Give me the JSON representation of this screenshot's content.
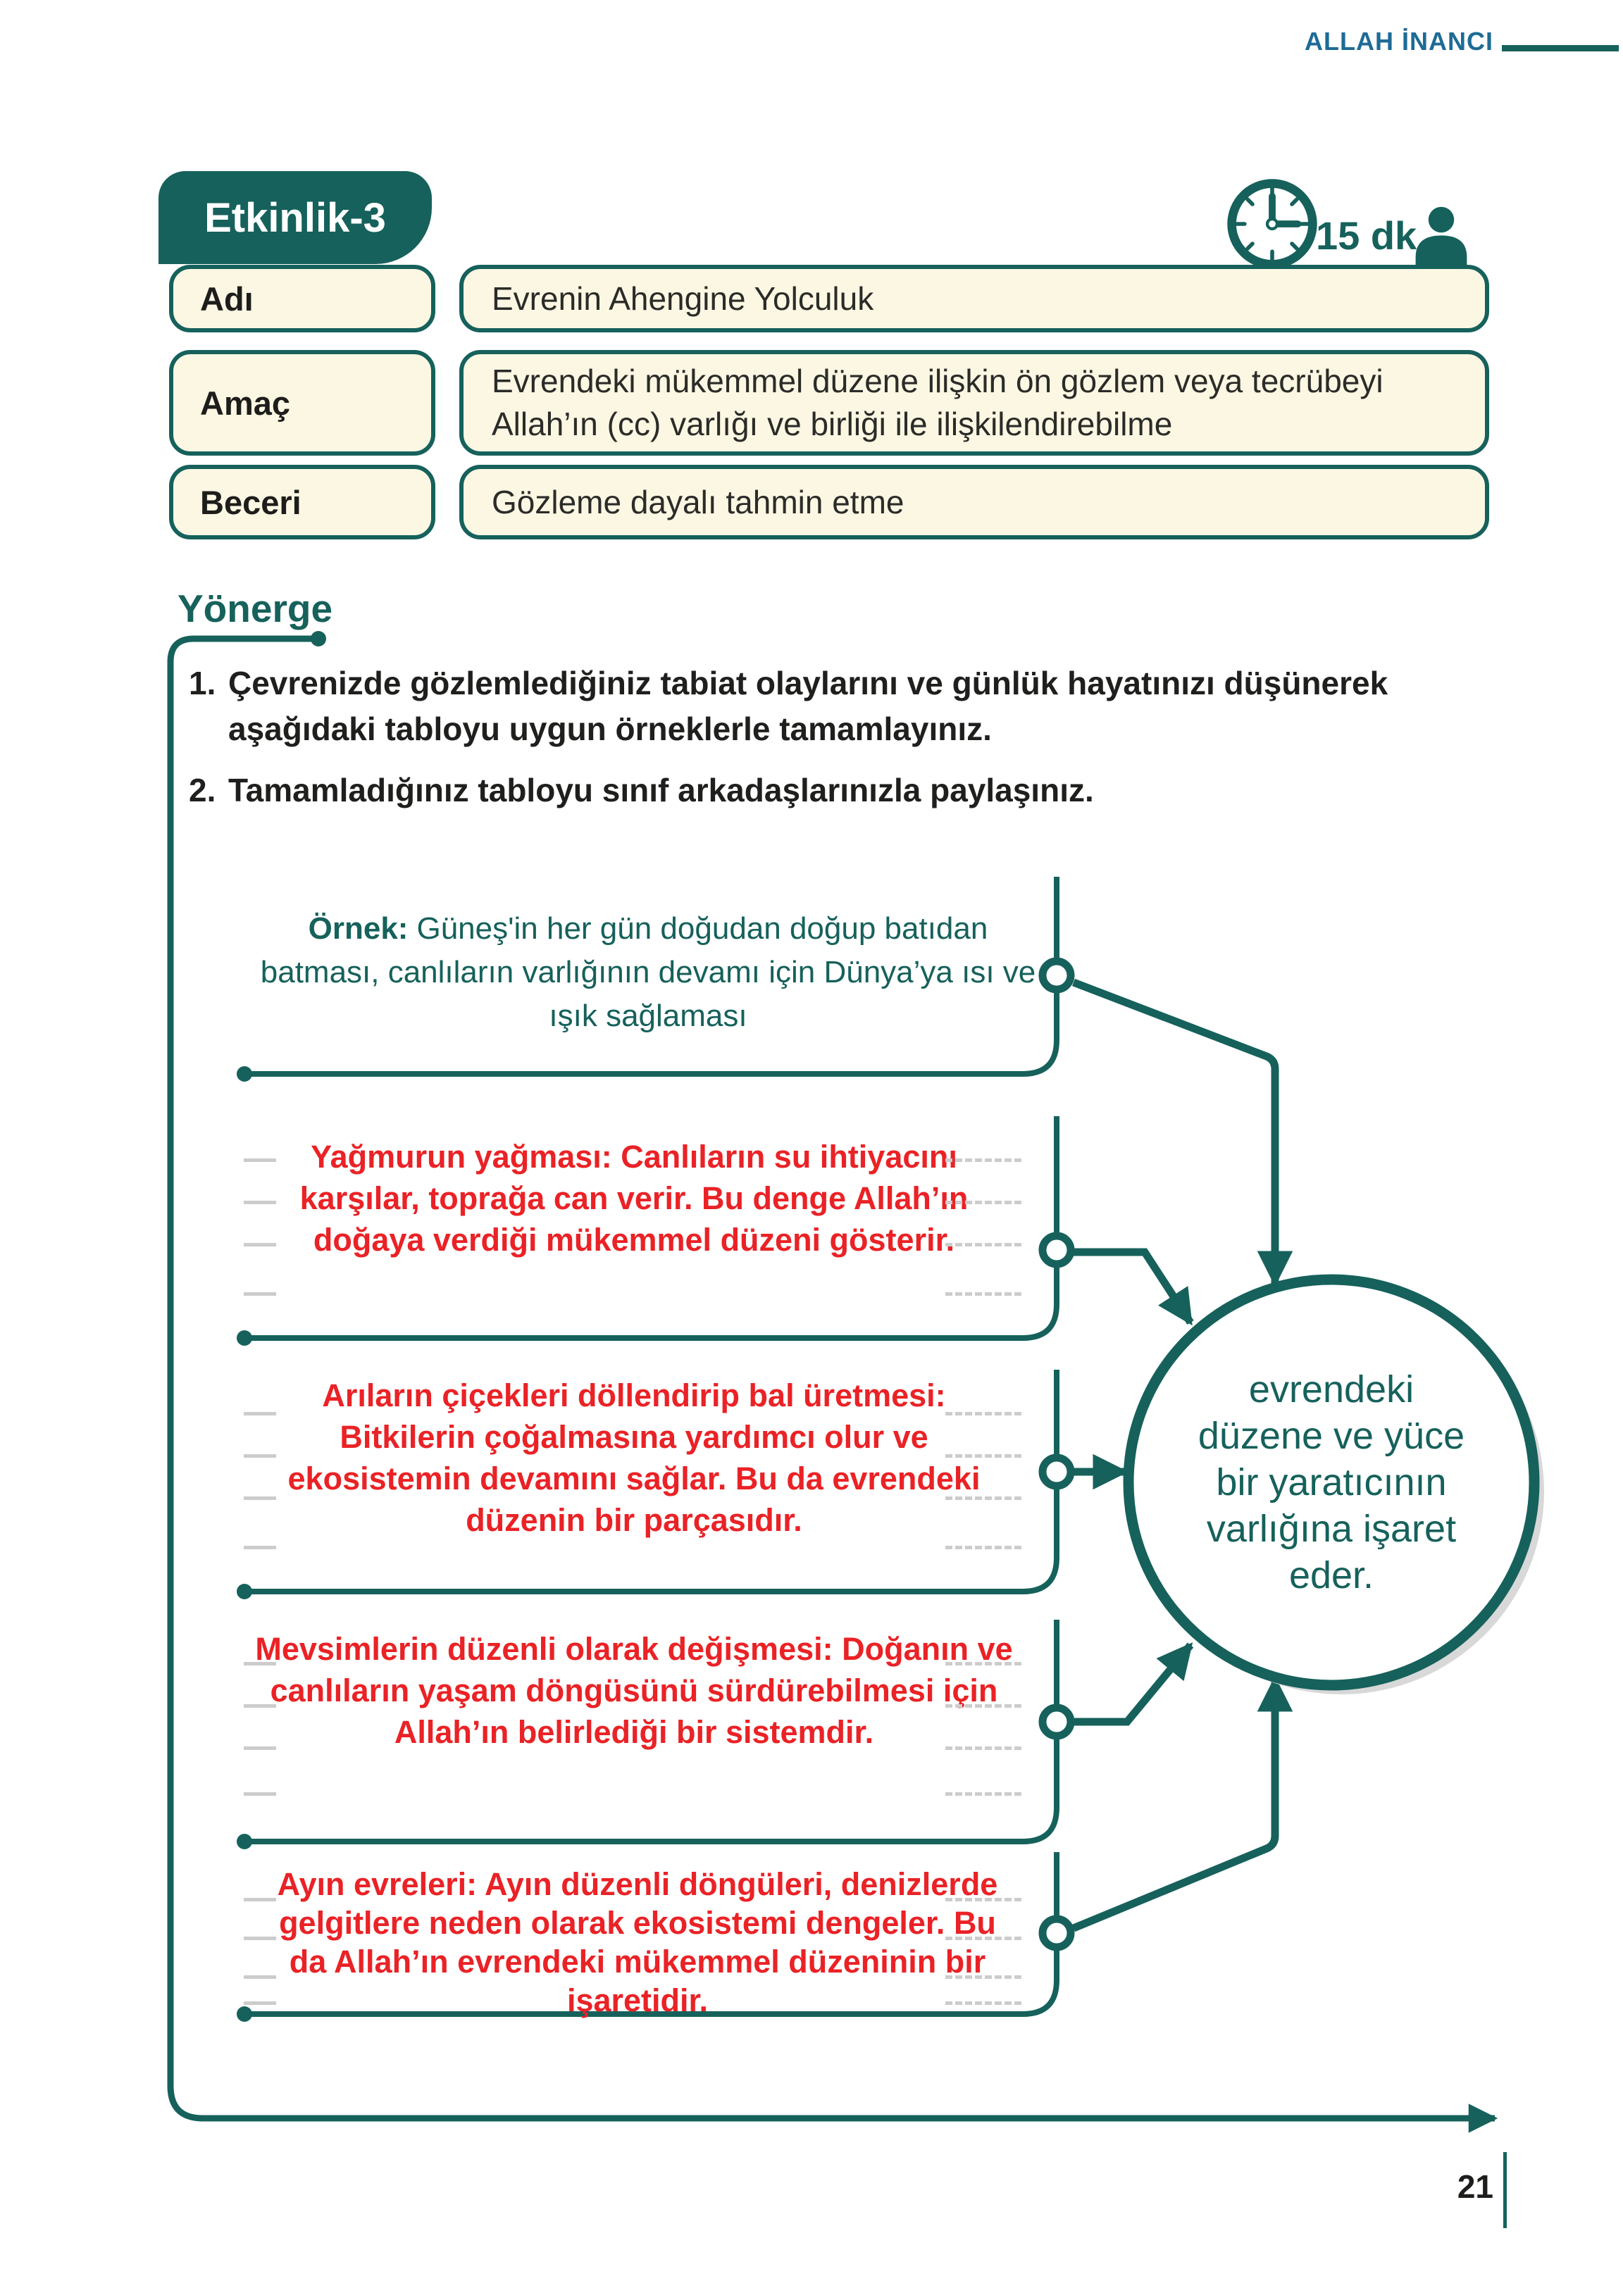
{
  "page": {
    "header": "ALLAH İNANCI",
    "page_number": "21",
    "colors": {
      "teal": "#16615b",
      "header_blue": "#1e6b96",
      "cream": "#fbf7e3",
      "answer_red": "#ea2226",
      "dash_gray": "#cccccc",
      "shadow_gray": "#d8d8d8"
    }
  },
  "activity": {
    "badge": "Etkinlik-3",
    "duration": "15 dk.",
    "rows": [
      {
        "label": "Adı",
        "value": "Evrenin Ahengine Yolculuk"
      },
      {
        "label": "Amaç",
        "value": "Evrendeki mükemmel düzene ilişkin ön gözlem veya tecrübeyi Allah’ın (cc) varlığı ve birliği ile ilişkilendirebilme"
      },
      {
        "label": "Beceri",
        "value": "Gözleme dayalı tahmin etme"
      }
    ]
  },
  "directions": {
    "title": "Yönerge",
    "items": [
      {
        "no": "1.",
        "text": "Çevrenizde gözlemlediğiniz tabiat olaylarını ve günlük hayatınızı düşünerek aşağıdaki tabloyu uygun örneklerle tamamlayınız."
      },
      {
        "no": "2.",
        "text": "Tamamladığınız tabloyu sınıf arkadaşlarınızla paylaşınız."
      }
    ]
  },
  "diagram": {
    "example": {
      "label": "Örnek:",
      "text": "Güneş'in her gün doğudan doğup batıdan batması, canlıların varlığının devamı için Dünya’ya ısı ve ışık sağlaması"
    },
    "answers": [
      "Yağmurun yağması: Canlıların su ihtiyacını karşılar, toprağa can verir. Bu denge Allah’ın doğaya verdiği mükemmel düzeni gösterir.",
      "Arıların çiçekleri döllendirip bal üretmesi: Bitkilerin çoğalmasına yardımcı olur ve ekosistemin devamını sağlar. Bu da evrendeki düzenin bir parçasıdır.",
      "Mevsimlerin düzenli olarak değişmesi: Doğanın ve canlıların yaşam döngüsünü sürdürebilmesi için Allah’ın belirlediği bir sistemdir.",
      "Ayın evreleri: Ayın düzenli döngüleri, denizlerde gelgitlere neden olarak ekosistemi dengeler. Bu da Allah’ın evrendeki mükemmel düzeninin bir işaretidir."
    ],
    "center": "evrendeki düzene ve yüce bir yaratıcının varlığına işaret eder."
  }
}
